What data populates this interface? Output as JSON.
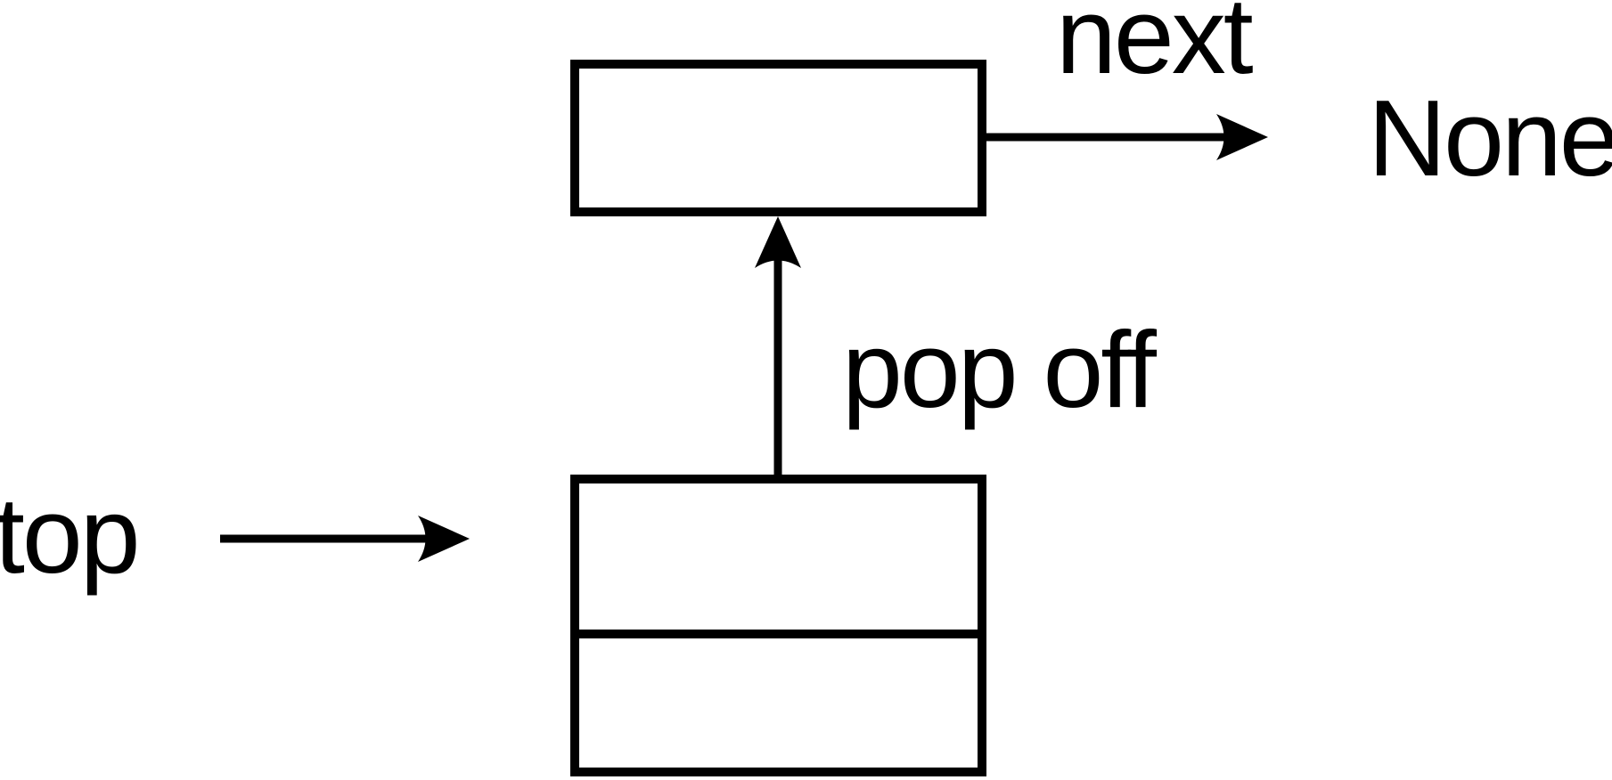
{
  "diagram": {
    "description": "stack pop-off diagram",
    "labels": {
      "next": "next",
      "none": "None",
      "pop_off": "pop off",
      "top": "top"
    },
    "nodes": {
      "popped_node": {
        "cells": 1,
        "value": ""
      },
      "stack": {
        "cells": 2,
        "values": [
          "",
          ""
        ]
      }
    },
    "arrows": [
      {
        "name": "next-arrow",
        "from": "popped-node-box",
        "to": "None",
        "direction": "right",
        "label": "next"
      },
      {
        "name": "pop-off-arrow",
        "from": "stack-box",
        "to": "popped-node-box",
        "direction": "up",
        "label": "pop off"
      },
      {
        "name": "top-arrow",
        "from": "top",
        "to": "stack-box",
        "direction": "right",
        "label": "top"
      }
    ],
    "colors": {
      "ink": "#000000",
      "background": "#ffffff"
    }
  }
}
